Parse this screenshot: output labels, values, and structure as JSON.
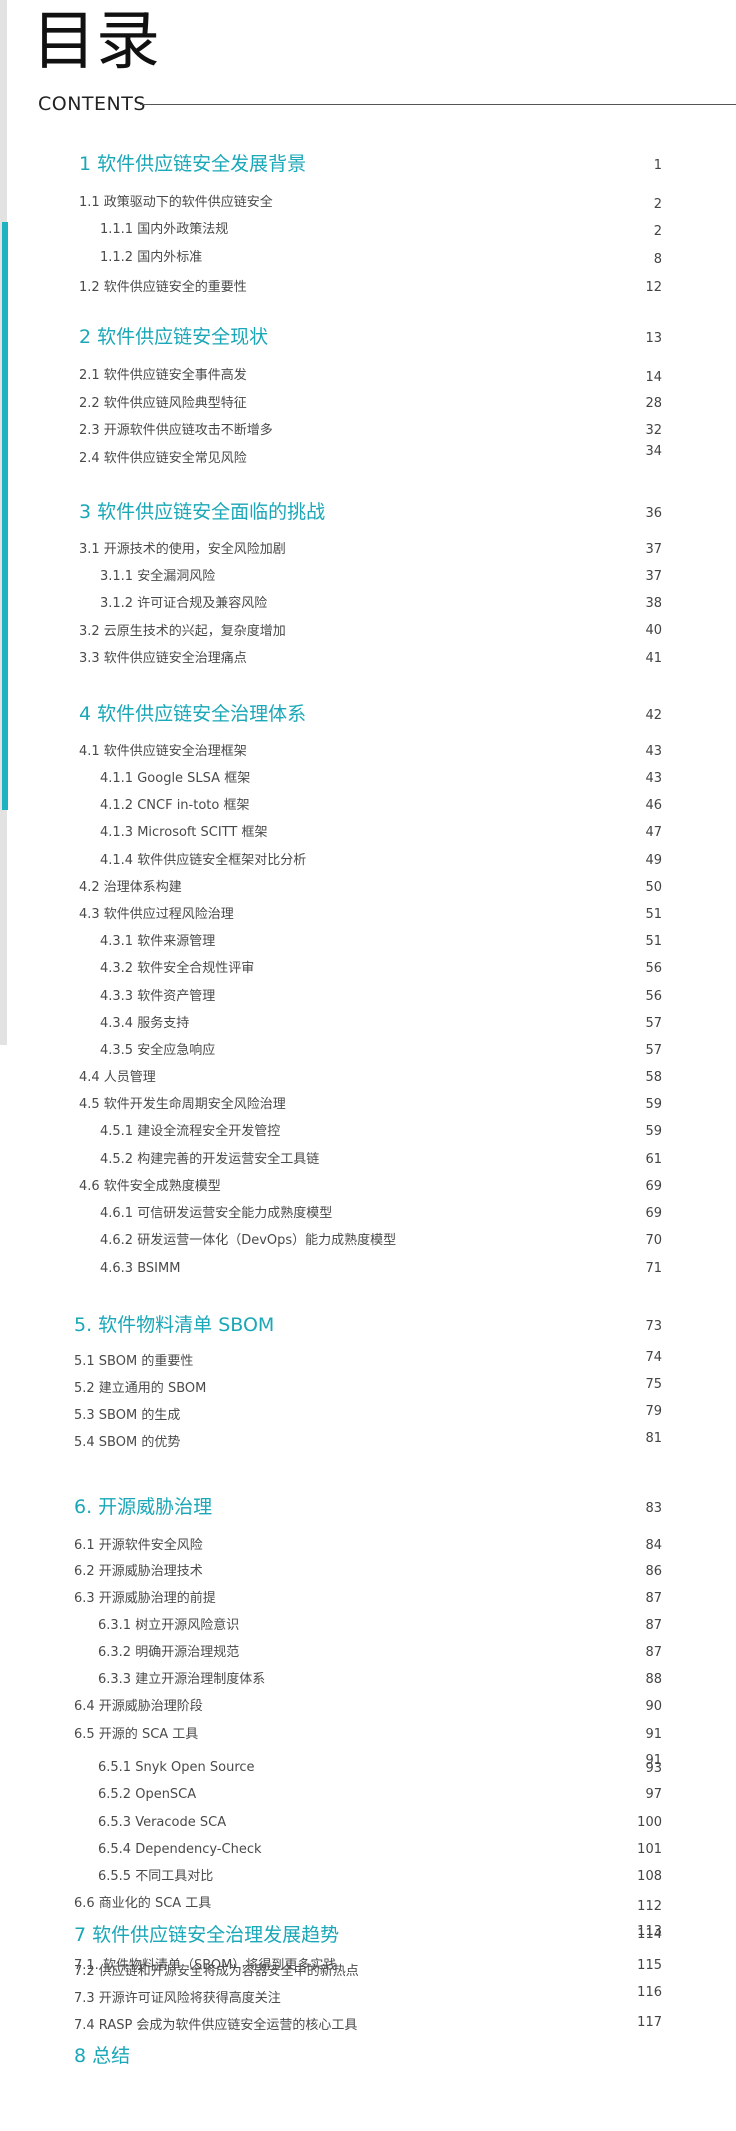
{
  "header": {
    "title": "目录",
    "subtitle": "CONTENTS"
  },
  "toc": [
    {
      "level": "chapter",
      "title": "1  软件供应链安全发展背景",
      "page": "1"
    },
    {
      "level": "section",
      "title": "1.1 政策驱动下的软件供应链安全",
      "page": "2"
    },
    {
      "level": "subsection",
      "title": "1.1.1 国内外政策法规",
      "page": "2"
    },
    {
      "level": "subsection",
      "title": "1.1.2 国内外标准",
      "page": "8"
    },
    {
      "level": "section",
      "title": "1.2 软件供应链安全的重要性",
      "page": "12"
    },
    {
      "level": "chapter",
      "title": "2  软件供应链安全现状",
      "page": "13"
    },
    {
      "level": "section",
      "title": "2.1 软件供应链安全事件高发",
      "page": "14"
    },
    {
      "level": "section",
      "title": "2.2 软件供应链风险典型特征",
      "page": "28"
    },
    {
      "level": "section",
      "title": "2.3 开源软件供应链攻击不断增多",
      "page": "32"
    },
    {
      "level": "section",
      "title": "2.4 软件供应链安全常见风险",
      "page": "34"
    },
    {
      "level": "chapter",
      "title": "3  软件供应链安全面临的挑战",
      "page": "36"
    },
    {
      "level": "section",
      "title": "3.1 开源技术的使用，安全风险加剧",
      "page": "37"
    },
    {
      "level": "subsection",
      "title": "3.1.1 安全漏洞风险",
      "page": "37"
    },
    {
      "level": "subsection",
      "title": "3.1.2 许可证合规及兼容风险",
      "page": "38"
    },
    {
      "level": "section",
      "title": "3.2 云原生技术的兴起，复杂度增加",
      "page": "40"
    },
    {
      "level": "section",
      "title": "3.3 软件供应链安全治理痛点",
      "page": "41"
    },
    {
      "level": "chapter",
      "title": "4  软件供应链安全治理体系",
      "page": "42"
    },
    {
      "level": "section",
      "title": "4.1 软件供应链安全治理框架",
      "page": "43"
    },
    {
      "level": "subsection",
      "title": "4.1.1 Google SLSA 框架",
      "page": "43"
    },
    {
      "level": "subsection",
      "title": "4.1.2 CNCF in-toto 框架",
      "page": "46"
    },
    {
      "level": "subsection",
      "title": "4.1.3 Microsoft SCITT 框架",
      "page": "47"
    },
    {
      "level": "subsection",
      "title": "4.1.4 软件供应链安全框架对比分析",
      "page": "49"
    },
    {
      "level": "section",
      "title": "4.2  治理体系构建",
      "page": "50"
    },
    {
      "level": "section",
      "title": "4.3 软件供应过程风险治理",
      "page": "51"
    },
    {
      "level": "subsection",
      "title": "4.3.1 软件来源管理",
      "page": "51"
    },
    {
      "level": "subsection",
      "title": "4.3.2 软件安全合规性评审",
      "page": "56"
    },
    {
      "level": "subsection",
      "title": "4.3.3 软件资产管理",
      "page": "56"
    },
    {
      "level": "subsection",
      "title": "4.3.4 服务支持",
      "page": "57"
    },
    {
      "level": "subsection",
      "title": "4.3.5 安全应急响应",
      "page": "57"
    },
    {
      "level": "section",
      "title": "4.4 人员管理",
      "page": "58"
    },
    {
      "level": "section",
      "title": "4.5 软件开发生命周期安全风险治理",
      "page": "59"
    },
    {
      "level": "subsection",
      "title": "4.5.1 建设全流程安全开发管控",
      "page": "59"
    },
    {
      "level": "subsection",
      "title": "4.5.2 构建完善的开发运营安全工具链",
      "page": "61"
    },
    {
      "level": "section",
      "title": "4.6 软件安全成熟度模型",
      "page": "69"
    },
    {
      "level": "subsection",
      "title": "4.6.1 可信研发运营安全能力成熟度模型",
      "page": "69"
    },
    {
      "level": "subsection",
      "title": "4.6.2 研发运营一体化（DevOps）能力成熟度模型",
      "page": "70"
    },
    {
      "level": "subsection",
      "title": "4.6.3 BSIMM",
      "page": "71"
    },
    {
      "level": "chapter",
      "title": "5. 软件物料清单 SBOM",
      "page": "73"
    },
    {
      "level": "section",
      "title": "5.1 SBOM 的重要性",
      "page": "74"
    },
    {
      "level": "section",
      "title": "5.2 建立通用的 SBOM",
      "page": "75"
    },
    {
      "level": "section",
      "title": "5.3 SBOM 的生成",
      "page": "79"
    },
    {
      "level": "section",
      "title": "5.4 SBOM 的优势",
      "page": "81"
    },
    {
      "level": "chapter",
      "title": "6. 开源威胁治理",
      "page": "83"
    },
    {
      "level": "section",
      "title": "6.1 开源软件安全风险",
      "page": "84"
    },
    {
      "level": "section",
      "title": "6.2 开源威胁治理技术",
      "page": "86"
    },
    {
      "level": "section",
      "title": "6.3 开源威胁治理的前提",
      "page": "87"
    },
    {
      "level": "subsection",
      "title": "6.3.1 树立开源风险意识",
      "page": "87"
    },
    {
      "level": "subsection",
      "title": "6.3.2 明确开源治理规范",
      "page": "87"
    },
    {
      "level": "subsection",
      "title": "6.3.3 建立开源治理制度体系",
      "page": "88"
    },
    {
      "level": "section",
      "title": "6.4 开源威胁治理阶段",
      "page": "90"
    },
    {
      "level": "section",
      "title": "6.5 开源的 SCA 工具",
      "page": "91"
    },
    {
      "level": "subsection",
      "title": "6.5.1 Snyk Open Source",
      "page": "91"
    },
    {
      "level": "subsection",
      "title": "6.5.2 OpenSCA",
      "page": "93"
    },
    {
      "level": "subsection",
      "title": "6.5.3 Veracode SCA",
      "page": "97"
    },
    {
      "level": "subsection",
      "title": "6.5.4 Dependency-Check",
      "page": "100"
    },
    {
      "level": "subsection",
      "title": "6.5.5 不同工具对比",
      "page": "101"
    },
    {
      "level": "section",
      "title": "6.6 商业化的 SCA 工具",
      "page": "108"
    },
    {
      "level": "chapter",
      "title": "7 软件供应链安全治理发展趋势",
      "page": "112"
    },
    {
      "level": "section",
      "title": "7.1. 软件物料清单（SBOM）将得到更多实践",
      "page": "113"
    },
    {
      "level": "section",
      "title": "7.2 供应链和开源安全将成为容器安全中的新热点",
      "page": "114"
    },
    {
      "level": "section",
      "title": "7.3 开源许可证风险将获得高度关注",
      "page": "115"
    },
    {
      "level": "section",
      "title": "7.4 RASP 会成为软件供应链安全运营的核心工具",
      "page": "116"
    },
    {
      "level": "chapter",
      "title": "8 总结",
      "page": "117"
    }
  ]
}
